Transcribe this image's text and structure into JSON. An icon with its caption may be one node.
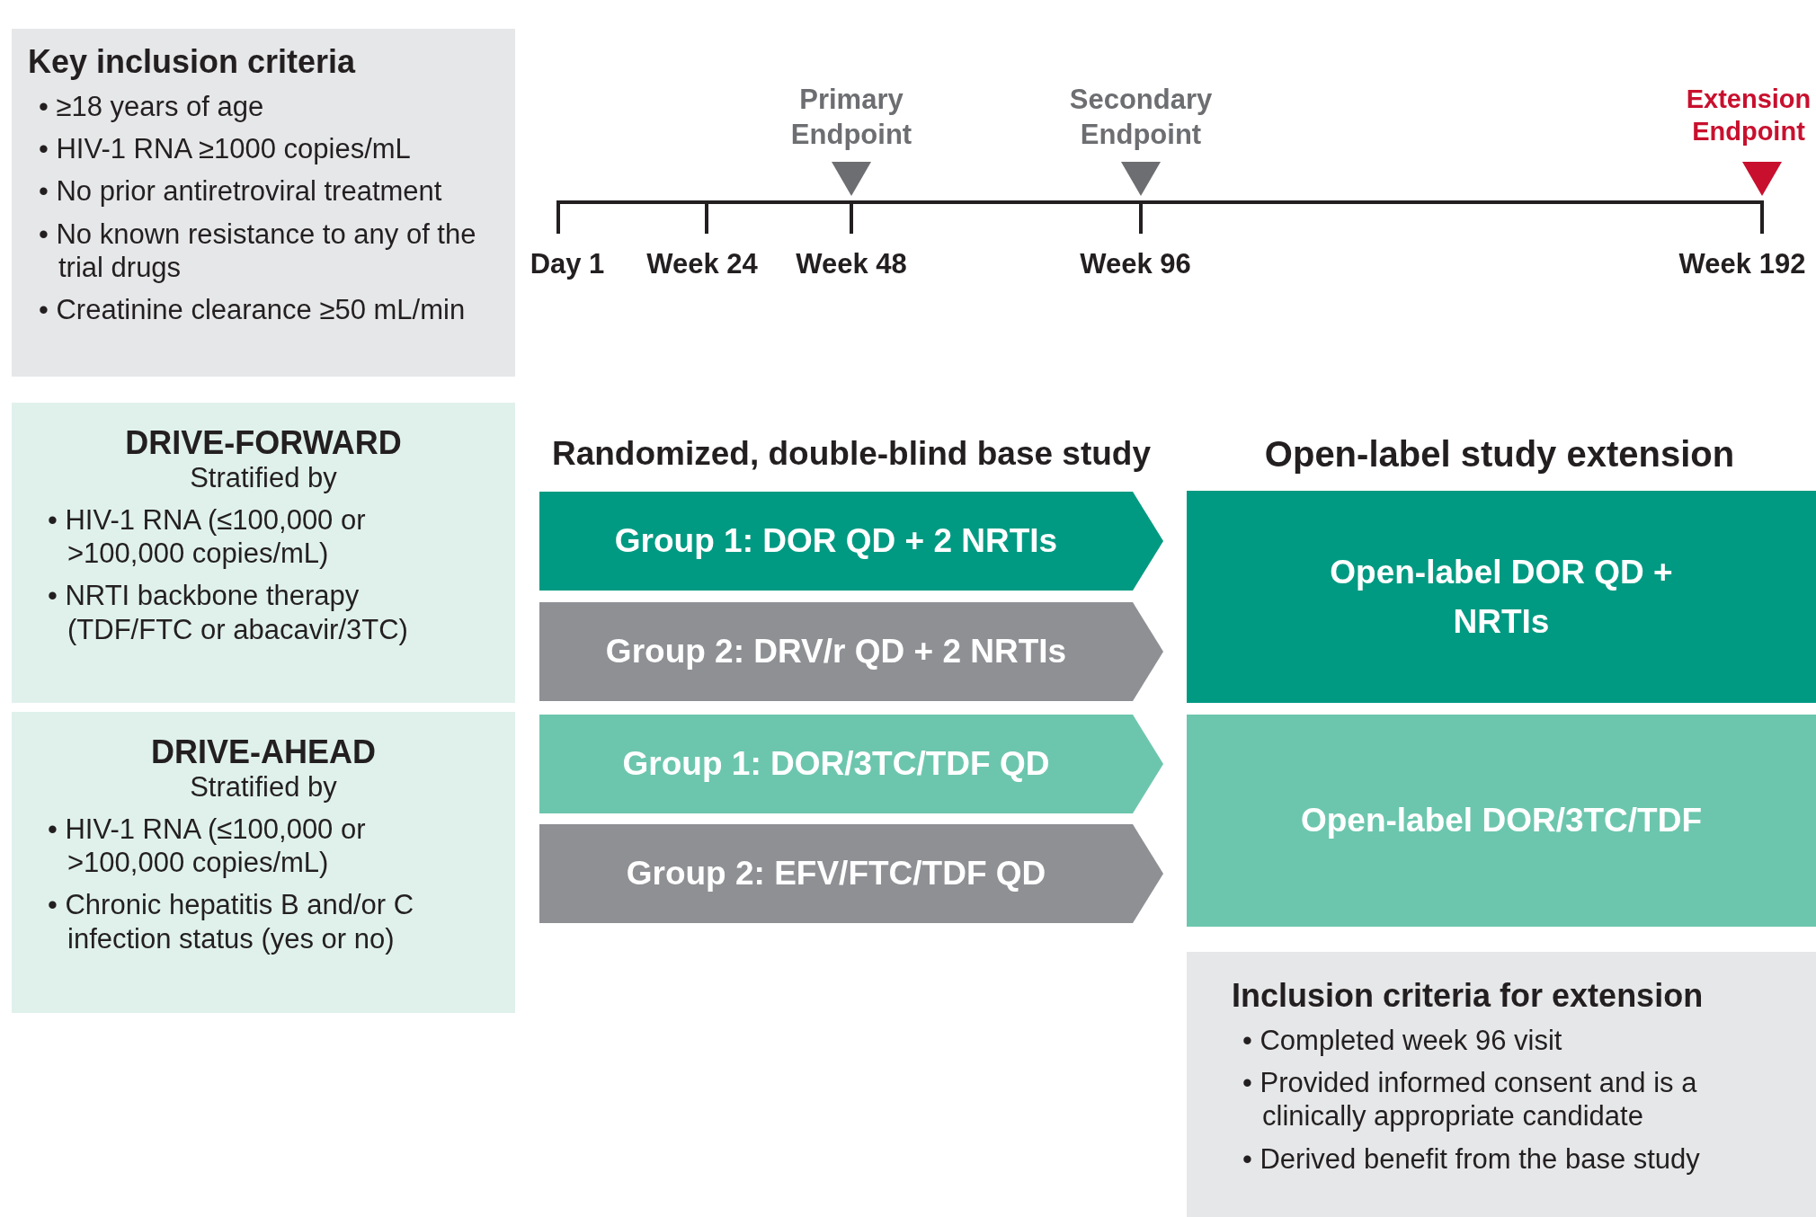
{
  "diagram": {
    "nodes": [
      {
        "text": [
          "Key inclusion criteria",
          "• ≥18 years of age",
          "• HIV-1 RNA ≥1000 copies/mL",
          "• No prior antiretroviral treatment",
          "• No known resistance to any of the trial drugs",
          "• Creatinine clearance ≥50 mL/min"
        ]
      },
      {
        "text": [
          "DRIVE-FORWARD",
          "Stratified by",
          "• HIV-1 RNA (≤100,000 or >100,000 copies/mL)",
          "• NRTI backbone therapy (TDF/FTC or abacavir/3TC)"
        ]
      },
      {
        "text": [
          "DRIVE-AHEAD",
          "Stratified by",
          "• HIV-1 RNA (≤100,000 or >100,000 copies/mL)",
          "• Chronic hepatitis B and/or C infection status (yes or no)"
        ]
      },
      {
        "text": [
          "Group 1: DOR QD + 2 NRTIs"
        ]
      },
      {
        "text": [
          "Group 2: DRV/r QD + 2 NRTIs"
        ]
      },
      {
        "text": [
          "Group 1: DOR/3TC/TDF QD"
        ]
      },
      {
        "text": [
          "Group 2: EFV/FTC/TDF QD"
        ]
      },
      {
        "text": [
          "Open-label DOR QD + NRTIs"
        ]
      },
      {
        "text": [
          "Open-label DOR/3TC/TDF"
        ]
      },
      {
        "text": [
          "Inclusion criteria for extension",
          "• Completed week 96 visit",
          "• Provided informed consent and is a clinically appropriate candidate",
          "• Derived benefit from the base study"
        ]
      }
    ],
    "labels": [
      "Primary Endpoint",
      "Secondary Endpoint",
      "Extension Endpoint",
      "Day 1",
      "Week 24",
      "Week 48",
      "Week 96",
      "Week 192",
      "Randomized, double-blind base study",
      "Open-label study extension"
    ]
  }
}
